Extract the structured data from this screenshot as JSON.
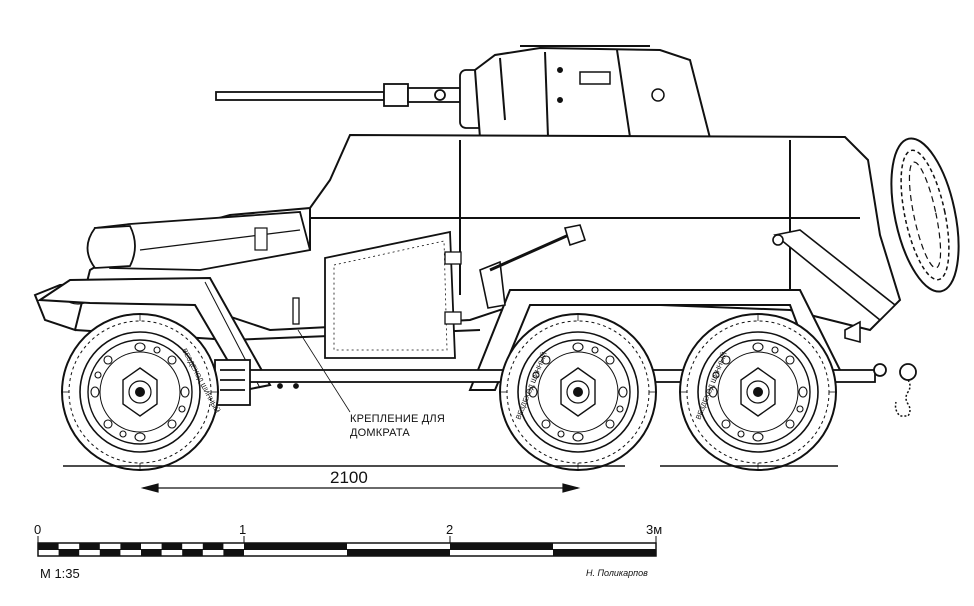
{
  "drawing": {
    "subject": "six-wheeled armored car side profile",
    "colors": {
      "ink": "#111111",
      "hull": "#ffffff",
      "tyre_dark": "#222222"
    },
    "annotation_lines": [
      "КРЕПЛЕНИЕ ДЛЯ",
      "ДОМКРАТА"
    ],
    "dimension_label": "2100",
    "tyre_marking": "ВЕЗДЕХОД ШИННЫЙ"
  },
  "scale_bar": {
    "tick_labels": [
      "0",
      "1",
      "2",
      "3м"
    ],
    "scale_label": "М 1:35",
    "author": "Н. Поликарпов"
  }
}
